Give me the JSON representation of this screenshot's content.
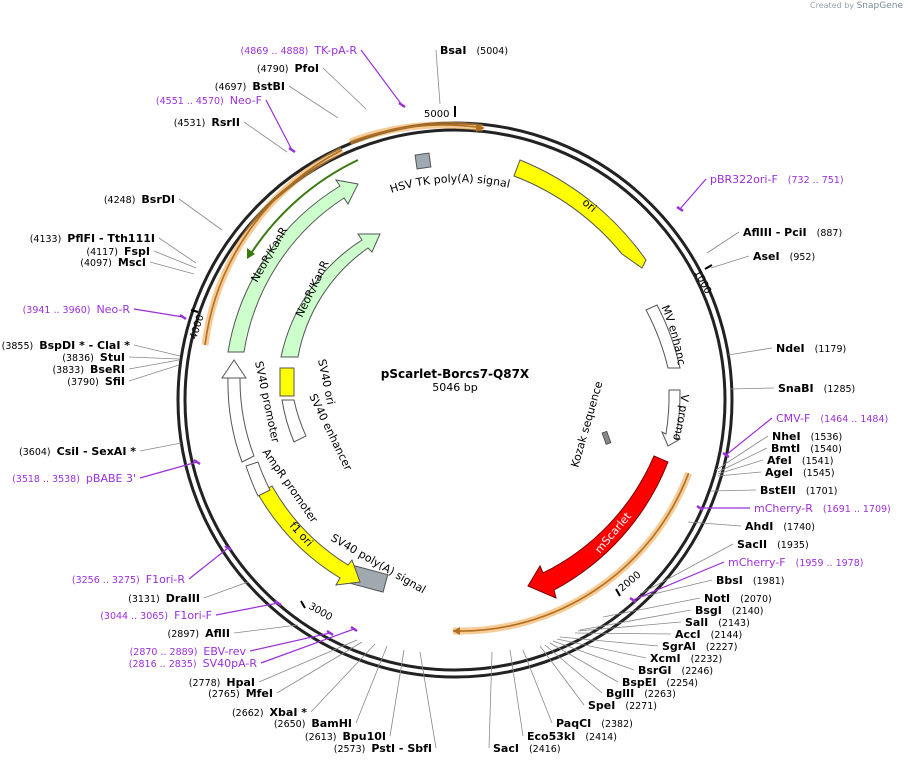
{
  "credit": {
    "prefix": "Created by",
    "brand": "SnapGene"
  },
  "plasmid": {
    "name": "pScarlet-Borcs7-Q87X",
    "size_label": "5046 bp",
    "length": 5046
  },
  "ticks": [
    "1000",
    "2000",
    "3000",
    "4000",
    "5000"
  ],
  "colors": {
    "ring": "#222222",
    "primer": "#9b30d9",
    "site": "#000000",
    "feature_outline": "#444444"
  },
  "features": [
    {
      "name": "ori",
      "color": "#ffff00",
      "icon": "arrow"
    },
    {
      "name": "CMV enhancer",
      "color": "#ffffff",
      "icon": "arrow"
    },
    {
      "name": "CMV promoter",
      "color": "#ffffff",
      "icon": "arrow"
    },
    {
      "name": "Kozak sequence",
      "color": "#888888",
      "icon": "box"
    },
    {
      "name": "mScarlet",
      "color": "#ff0000",
      "icon": "arrow"
    },
    {
      "name": "SV40 poly(A) signal",
      "color": "#a0a8b0",
      "icon": "box"
    },
    {
      "name": "f1 ori",
      "color": "#ffff00",
      "icon": "arrow"
    },
    {
      "name": "AmpR promoter",
      "color": "#ffffff",
      "icon": "arrow"
    },
    {
      "name": "SV40 promoter",
      "color": "#ffffff",
      "icon": "arrow"
    },
    {
      "name": "SV40 enhancer",
      "color": "#ffffff",
      "icon": "box"
    },
    {
      "name": "SV40 ori",
      "color": "#ffff00",
      "icon": "box"
    },
    {
      "name": "NeoR/KanR",
      "color": "#ccffcc",
      "icon": "arrow"
    },
    {
      "name": "NeoR/KanR",
      "color": "#ccffcc",
      "icon": "arrow"
    },
    {
      "name": "HSV TK poly(A) signal",
      "color": "#a0a8b0",
      "icon": "box"
    }
  ],
  "labels": [
    {
      "pos": "(5004)",
      "name": "BsaI",
      "primer": false
    },
    {
      "pos": "(4869 .. 4888)",
      "name": "TK-pA-R",
      "primer": true
    },
    {
      "pos": "(4790)",
      "name": "PfoI",
      "primer": false
    },
    {
      "pos": "(4697)",
      "name": "BstBI",
      "primer": false
    },
    {
      "pos": "(4551 .. 4570)",
      "name": "Neo-F",
      "primer": true
    },
    {
      "pos": "(4531)",
      "name": "RsrII",
      "primer": false
    },
    {
      "pos": "(4248)",
      "name": "BsrDI",
      "primer": false
    },
    {
      "pos": "(4133)",
      "name": "PflFI  - Tth111I",
      "primer": false
    },
    {
      "pos": "(4117)",
      "name": "FspI",
      "primer": false
    },
    {
      "pos": "(4097)",
      "name": "MscI",
      "primer": false
    },
    {
      "pos": "(3941 .. 3960)",
      "name": "Neo-R",
      "primer": true
    },
    {
      "pos": "(3855)",
      "name": "BspDI *  - ClaI *",
      "primer": false
    },
    {
      "pos": "(3836)",
      "name": "StuI",
      "primer": false
    },
    {
      "pos": "(3833)",
      "name": "BseRI",
      "primer": false
    },
    {
      "pos": "(3790)",
      "name": "SfiI",
      "primer": false
    },
    {
      "pos": "(3604)",
      "name": "CsiI  - SexAI *",
      "primer": false
    },
    {
      "pos": "(3518 .. 3538)",
      "name": "pBABE 3'",
      "primer": true
    },
    {
      "pos": "(3256 .. 3275)",
      "name": "F1ori-R",
      "primer": true
    },
    {
      "pos": "(3131)",
      "name": "DraIII",
      "primer": false
    },
    {
      "pos": "(3044 .. 3065)",
      "name": "F1ori-F",
      "primer": true
    },
    {
      "pos": "(2897)",
      "name": "AflII",
      "primer": false
    },
    {
      "pos": "(2870 .. 2889)",
      "name": "EBV-rev",
      "primer": true
    },
    {
      "pos": "(2816 .. 2835)",
      "name": "SV40pA-R",
      "primer": true
    },
    {
      "pos": "(2778)",
      "name": "HpaI",
      "primer": false
    },
    {
      "pos": "(2765)",
      "name": "MfeI",
      "primer": false
    },
    {
      "pos": "(2662)",
      "name": "XbaI *",
      "primer": false
    },
    {
      "pos": "(2650)",
      "name": "BamHI",
      "primer": false
    },
    {
      "pos": "(2613)",
      "name": "Bpu10I",
      "primer": false
    },
    {
      "pos": "(2573)",
      "name": "PstI  - SbfI",
      "primer": false
    },
    {
      "pos": "(2416)",
      "name": "SacI",
      "primer": false
    },
    {
      "pos": "(2414)",
      "name": "Eco53kI",
      "primer": false
    },
    {
      "pos": "(2382)",
      "name": "PaqCI",
      "primer": false
    },
    {
      "pos": "(2271)",
      "name": "SpeI",
      "primer": false
    },
    {
      "pos": "(2263)",
      "name": "BglII",
      "primer": false
    },
    {
      "pos": "(2254)",
      "name": "BspEI",
      "primer": false
    },
    {
      "pos": "(2246)",
      "name": "BsrGI",
      "primer": false
    },
    {
      "pos": "(2232)",
      "name": "XcmI",
      "primer": false
    },
    {
      "pos": "(2227)",
      "name": "SgrAI",
      "primer": false
    },
    {
      "pos": "(2144)",
      "name": "AccI",
      "primer": false
    },
    {
      "pos": "(2143)",
      "name": "SalI",
      "primer": false
    },
    {
      "pos": "(2140)",
      "name": "BsgI",
      "primer": false
    },
    {
      "pos": "(2070)",
      "name": "NotI",
      "primer": false
    },
    {
      "pos": "(1981)",
      "name": "BbsI",
      "primer": false
    },
    {
      "pos": "(1959 .. 1978)",
      "name": "mCherry-F",
      "primer": true
    },
    {
      "pos": "(1935)",
      "name": "SacII",
      "primer": false
    },
    {
      "pos": "(1740)",
      "name": "AhdI",
      "primer": false
    },
    {
      "pos": "(1691 .. 1709)",
      "name": "mCherry-R",
      "primer": true
    },
    {
      "pos": "(1701)",
      "name": "BstEII",
      "primer": false
    },
    {
      "pos": "(1545)",
      "name": "AgeI",
      "primer": false
    },
    {
      "pos": "(1541)",
      "name": "AfeI",
      "primer": false
    },
    {
      "pos": "(1540)",
      "name": "BmtI",
      "primer": false
    },
    {
      "pos": "(1536)",
      "name": "NheI",
      "primer": false
    },
    {
      "pos": "(1464 .. 1484)",
      "name": "CMV-F",
      "primer": true
    },
    {
      "pos": "(1285)",
      "name": "SnaBI",
      "primer": false
    },
    {
      "pos": "(1179)",
      "name": "NdeI",
      "primer": false
    },
    {
      "pos": "(952)",
      "name": "AseI",
      "primer": false
    },
    {
      "pos": "(887)",
      "name": "AflIII  - PciI",
      "primer": false
    },
    {
      "pos": "(732 .. 751)",
      "name": "pBR322ori-F",
      "primer": true
    }
  ]
}
